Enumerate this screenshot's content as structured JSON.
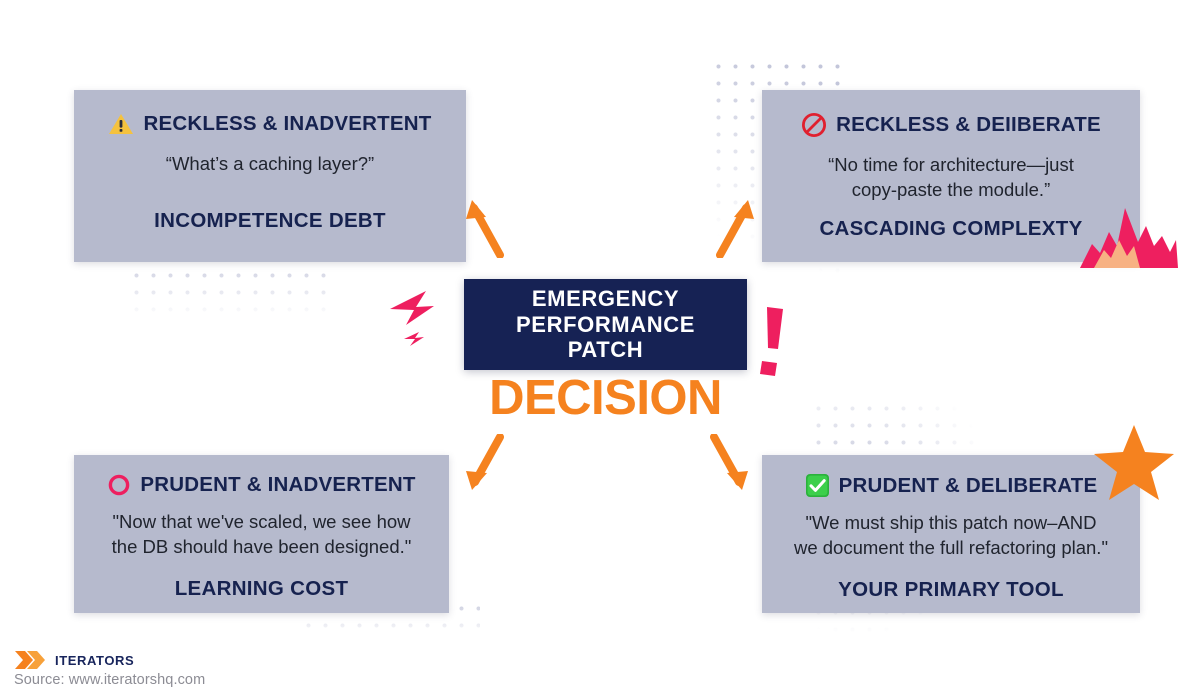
{
  "center": {
    "box_text": "EMERGENCY\nPERFORMANCE\nPATCH",
    "decision_label": "DECISION",
    "box_bg_color": "#162254",
    "decision_color": "#f5821f"
  },
  "quadrants": {
    "top_left": {
      "icon": "warning-triangle-icon",
      "title": "RECKLESS & INADVERTENT",
      "quote": "“What’s a caching layer?”",
      "label": "INCOMPETENCE DEBT"
    },
    "top_right": {
      "icon": "prohibited-icon",
      "title": "RECKLESS & DEIIBERATE",
      "quote": "“No time for architecture—just\ncopy-paste the module.”",
      "label": "CASCADING COMPLEXTY"
    },
    "bottom_left": {
      "icon": "pink-circle-icon",
      "title": "PRUDENT & INADVERTENT",
      "quote": "\"Now that we've scaled, we see how\nthe DB should have been designed.\"",
      "label": "LEARNING COST"
    },
    "bottom_right": {
      "icon": "green-check-icon",
      "title": "PRUDENT & DELIBERATE",
      "quote": "\"We must ship this patch now–AND\nwe document the full refactoring plan.\"",
      "label": "YOUR PRIMARY TOOL"
    }
  },
  "arrows": {
    "to_top_left": "arrow-up-left",
    "to_top_right": "arrow-up-right",
    "to_bottom_left": "arrow-down-left",
    "to_bottom_right": "arrow-down-right",
    "color": "#f5821f"
  },
  "decorations": {
    "lightning_bolt": "lightning-bolt-icon",
    "exclamation": "exclamation-mark-icon",
    "flame": "flame-icon",
    "star": "star-icon",
    "accent_pink": "#ee1f5f",
    "accent_orange": "#f5821f",
    "dot_color": "#c3c6da"
  },
  "footer": {
    "brand": "ITERATORS",
    "source": "Source: www.iteratorshq.com",
    "logo": "iterators-chevron-logo"
  },
  "theme": {
    "card_bg": "#b6bacd",
    "navy": "#16224f",
    "page_bg": "#ffffff"
  }
}
